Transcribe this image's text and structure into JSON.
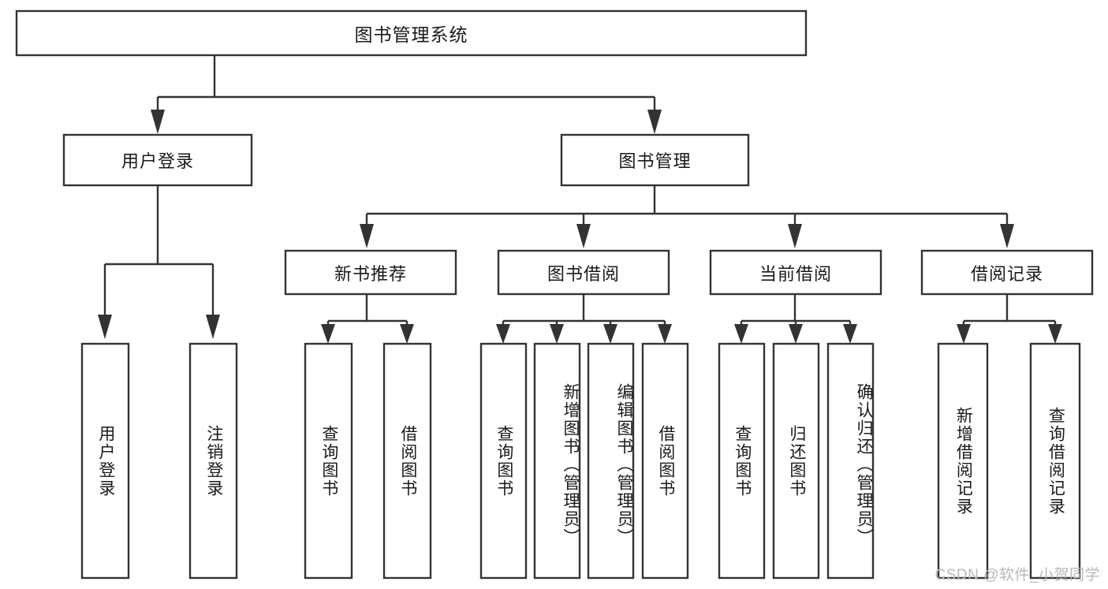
{
  "diagram": {
    "type": "tree-hierarchy",
    "title": "图书管理系统",
    "background_color": "#ffffff",
    "line_color": "#333333",
    "box_fill": "#ffffff",
    "text_color": "#1a1a1a"
  },
  "watermark": {
    "text": "CSDN @软件_小贺同学",
    "color": "#b9b9b9"
  },
  "nodes": {
    "root": {
      "label": "图书管理系统",
      "level": 0,
      "orientation": "horizontal"
    },
    "user_login": {
      "label": "用户登录",
      "level": 1,
      "orientation": "horizontal"
    },
    "book_manage": {
      "label": "图书管理",
      "level": 1,
      "orientation": "horizontal"
    },
    "new_book_rec": {
      "label": "新书推荐",
      "level": 2,
      "orientation": "horizontal"
    },
    "book_borrow": {
      "label": "图书借阅",
      "level": 2,
      "orientation": "horizontal"
    },
    "current_borrow": {
      "label": "当前借阅",
      "level": 2,
      "orientation": "horizontal"
    },
    "borrow_record": {
      "label": "借阅记录",
      "level": 2,
      "orientation": "horizontal"
    },
    "leaf_user_login": {
      "label": "用户登录",
      "level": 3,
      "orientation": "vertical"
    },
    "leaf_logout": {
      "label": "注销登录",
      "level": 3,
      "orientation": "vertical"
    },
    "leaf_rec_query": {
      "label": "查询图书",
      "level": 3,
      "orientation": "vertical"
    },
    "leaf_rec_borrow": {
      "label": "借阅图书",
      "level": 3,
      "orientation": "vertical"
    },
    "leaf_bb_query": {
      "label": "查询图书",
      "level": 3,
      "orientation": "vertical"
    },
    "leaf_bb_add": {
      "label": "新增图书（管理员）",
      "level": 3,
      "orientation": "vertical"
    },
    "leaf_bb_edit": {
      "label": "编辑图书（管理员）",
      "level": 3,
      "orientation": "vertical"
    },
    "leaf_bb_borrow": {
      "label": "借阅图书",
      "level": 3,
      "orientation": "vertical"
    },
    "leaf_cb_query": {
      "label": "查询图书",
      "level": 3,
      "orientation": "vertical"
    },
    "leaf_cb_return": {
      "label": "归还图书",
      "level": 3,
      "orientation": "vertical"
    },
    "leaf_cb_confirm": {
      "label": "确认归还（管理员）",
      "level": 3,
      "orientation": "vertical"
    },
    "leaf_br_add": {
      "label": "新增借阅记录",
      "level": 3,
      "orientation": "vertical"
    },
    "leaf_br_query": {
      "label": "查询借阅记录",
      "level": 3,
      "orientation": "vertical"
    }
  },
  "edges": [
    {
      "from": "root",
      "to": "user_login"
    },
    {
      "from": "root",
      "to": "book_manage"
    },
    {
      "from": "user_login",
      "to": "leaf_user_login"
    },
    {
      "from": "user_login",
      "to": "leaf_logout"
    },
    {
      "from": "book_manage",
      "to": "new_book_rec"
    },
    {
      "from": "book_manage",
      "to": "book_borrow"
    },
    {
      "from": "book_manage",
      "to": "current_borrow"
    },
    {
      "from": "book_manage",
      "to": "borrow_record"
    },
    {
      "from": "new_book_rec",
      "to": "leaf_rec_query"
    },
    {
      "from": "new_book_rec",
      "to": "leaf_rec_borrow"
    },
    {
      "from": "book_borrow",
      "to": "leaf_bb_query"
    },
    {
      "from": "book_borrow",
      "to": "leaf_bb_add"
    },
    {
      "from": "book_borrow",
      "to": "leaf_bb_edit"
    },
    {
      "from": "book_borrow",
      "to": "leaf_bb_borrow"
    },
    {
      "from": "current_borrow",
      "to": "leaf_cb_query"
    },
    {
      "from": "current_borrow",
      "to": "leaf_cb_return"
    },
    {
      "from": "current_borrow",
      "to": "leaf_cb_confirm"
    },
    {
      "from": "borrow_record",
      "to": "leaf_br_add"
    },
    {
      "from": "borrow_record",
      "to": "leaf_br_query"
    }
  ]
}
